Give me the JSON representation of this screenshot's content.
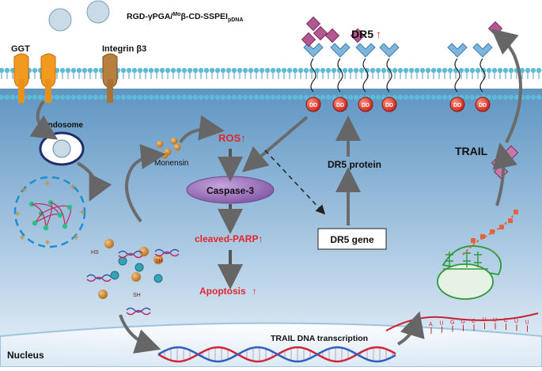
{
  "header": {
    "formula": "RGD-γPGA/",
    "formula_sup": "Mo",
    "formula_rest": "β-CD-SSPEI",
    "formula_sub": "pDNA"
  },
  "membrane": {
    "ggt": "GGT",
    "integrin": "Integrin β3",
    "dr5_top": "DR5",
    "dd": "DD"
  },
  "labels": {
    "endosome": "Endosome",
    "monensin": "Monensin",
    "ros": "ROS",
    "caspase": "Caspase-3",
    "cleaved_parp": "cleaved-PARP",
    "apoptosis": "Apoptosis",
    "dr5_protein": "DR5 protein",
    "dr5_gene": "DR5 gene",
    "trail": "TRAIL",
    "nucleus": "Nucleus",
    "transcription": "TRAIL DNA transcription",
    "sh": "SH",
    "hs": "HS",
    "up_arrow": "↑",
    "rna_bases": [
      "A",
      "U",
      "G",
      "G",
      "C",
      "U",
      "U",
      "C",
      "U",
      "U"
    ]
  },
  "colors": {
    "cytoplasm": "#6a9ec6",
    "membrane_head": "#5dbbd8",
    "trail_diamond": "#b2578f",
    "dr5_receptor": "#7fb4dc",
    "dd_ball": "#e03a2e",
    "caspase": "#9a6fb8",
    "text_red": "#e3262e",
    "arrow": "#6b6b6b"
  }
}
